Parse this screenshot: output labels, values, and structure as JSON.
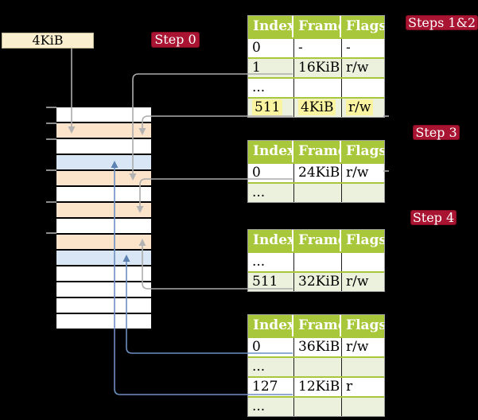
{
  "memory": {
    "box_label": "4KiB",
    "frame_rows": [
      "white",
      "peach",
      "white",
      "blue",
      "peach",
      "white",
      "peach",
      "white",
      "peach",
      "blue",
      "white",
      "white",
      "white",
      "white"
    ]
  },
  "badges": [
    {
      "label": "Step 0"
    },
    {
      "label": "Steps 1&2"
    },
    {
      "label": "Step 3"
    },
    {
      "label": "Step 4"
    }
  ],
  "tables": [
    {
      "headers": [
        "Index",
        "Frame",
        "Flags"
      ],
      "rows": [
        {
          "cells": [
            "0",
            "-",
            "-"
          ],
          "shade": "white",
          "highlight": false
        },
        {
          "cells": [
            "1",
            "16KiB",
            "r/w"
          ],
          "shade": "green",
          "highlight": false
        },
        {
          "cells": [
            "...",
            "",
            ""
          ],
          "shade": "white",
          "highlight": false
        },
        {
          "cells": [
            "511",
            "4KiB",
            "r/w"
          ],
          "shade": "green",
          "highlight": true
        }
      ]
    },
    {
      "headers": [
        "Index",
        "Frame",
        "Flags"
      ],
      "rows": [
        {
          "cells": [
            "0",
            "24KiB",
            "r/w"
          ],
          "shade": "white",
          "highlight": false
        },
        {
          "cells": [
            "...",
            "",
            ""
          ],
          "shade": "green",
          "highlight": false
        }
      ]
    },
    {
      "headers": [
        "Index",
        "Frame",
        "Flags"
      ],
      "rows": [
        {
          "cells": [
            "...",
            "",
            ""
          ],
          "shade": "white",
          "highlight": false
        },
        {
          "cells": [
            "511",
            "32KiB",
            "r/w"
          ],
          "shade": "green",
          "highlight": false
        }
      ]
    },
    {
      "headers": [
        "Index",
        "Frame",
        "Flags"
      ],
      "rows": [
        {
          "cells": [
            "0",
            "36KiB",
            "r/w"
          ],
          "shade": "white",
          "highlight": false
        },
        {
          "cells": [
            "...",
            "",
            ""
          ],
          "shade": "green",
          "highlight": false
        },
        {
          "cells": [
            "127",
            "12KiB",
            "r"
          ],
          "shade": "white",
          "highlight": false
        },
        {
          "cells": [
            "...",
            "",
            ""
          ],
          "shade": "green",
          "highlight": false
        }
      ]
    }
  ],
  "colors": {
    "crimson": "#A81432",
    "header_green": "#A8C73A",
    "table_row_green": "#ECF1DD",
    "peach": "#FCE4CB",
    "blue": "#D8E6F5",
    "highlight_yellow": "#FAF4A0",
    "cream": "#FAF0CF",
    "arrow_grey": "#ACACAC",
    "arrow_blue": "#6C8FC1"
  }
}
